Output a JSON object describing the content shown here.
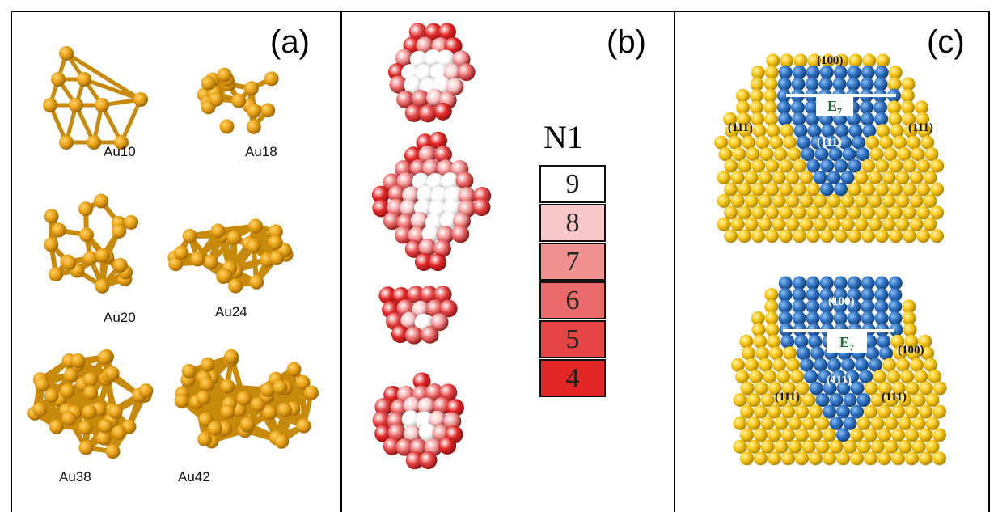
{
  "panels": {
    "a": {
      "label": "(a)",
      "clusters": [
        "Au10",
        "Au18",
        "Au20",
        "Au24",
        "Au38",
        "Au42"
      ]
    },
    "b": {
      "label": "(b)",
      "legend_title": "N1",
      "legend": [
        {
          "value": "9",
          "color": "#ffffff"
        },
        {
          "value": "8",
          "color": "#f7c6c6"
        },
        {
          "value": "7",
          "color": "#f09292"
        },
        {
          "value": "6",
          "color": "#ea6a6a"
        },
        {
          "value": "5",
          "color": "#e64545"
        },
        {
          "value": "4",
          "color": "#e32626"
        }
      ]
    },
    "c": {
      "label": "(c)",
      "top": {
        "facet_100": "(100)",
        "facet_111_left": "(111)",
        "facet_111_right": "(111)",
        "facet_111_center": "(111)",
        "edge": "E7"
      },
      "bottom": {
        "facet_100_top": "(100)",
        "facet_100_right": "(100)",
        "facet_111_center": "(111)",
        "facet_111_left": "(111)",
        "facet_111_right": "(111)",
        "edge": "E7"
      }
    }
  },
  "colors": {
    "gold": "#e8a317",
    "gold_dark": "#a86c05",
    "blue": "#2f72c4",
    "yellow": "#f6c414",
    "green_label": "#1a6e2e"
  }
}
